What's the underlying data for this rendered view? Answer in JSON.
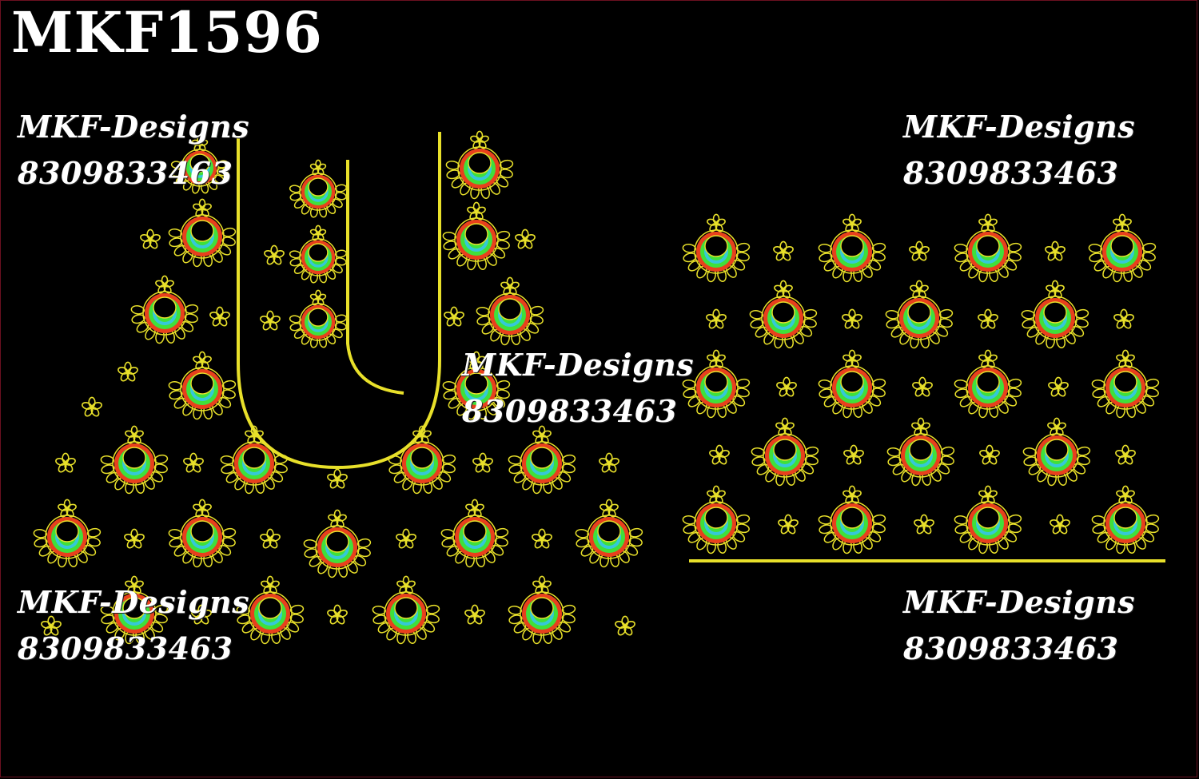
{
  "design_code": "MKF1596",
  "watermarks": [
    {
      "brand": "MKF-Designs",
      "phone": "8309833463"
    },
    {
      "brand": "MKF-Designs",
      "phone": "8309833463"
    },
    {
      "brand": "MKF-Designs",
      "phone": "8309833463"
    },
    {
      "brand": "MKF-Designs",
      "phone": "8309833463"
    },
    {
      "brand": "MKF-Designs",
      "phone": "8309833463"
    }
  ],
  "colors": {
    "background": "#000000",
    "outline_yellow": "#e8e02a",
    "arc_red": "#e8401c",
    "arc_green": "#3fe03a",
    "arc_cyan": "#35c8d8",
    "text": "#ffffff"
  },
  "motifs": {
    "main": "chandbali-earring-motif",
    "filler": "five-petal-flower-motif"
  }
}
